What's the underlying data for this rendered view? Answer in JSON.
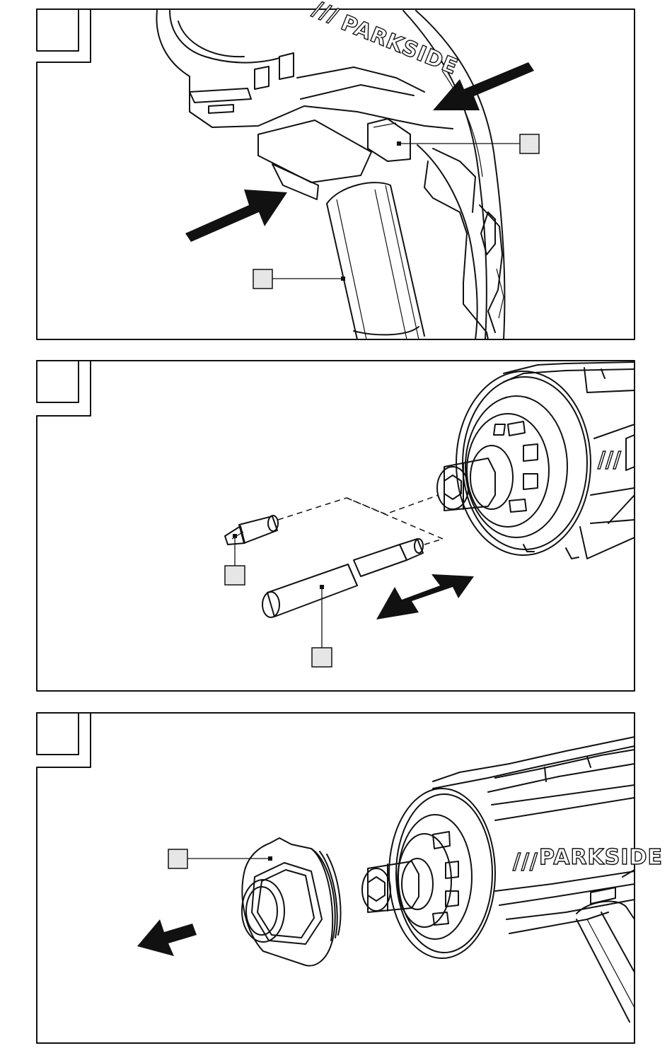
{
  "brand": {
    "name": "PARKSIDE",
    "mark": "///"
  },
  "panels": [
    {
      "id": "panel-1",
      "number": ""
    },
    {
      "id": "panel-2",
      "number": ""
    },
    {
      "id": "panel-3",
      "number": ""
    }
  ]
}
